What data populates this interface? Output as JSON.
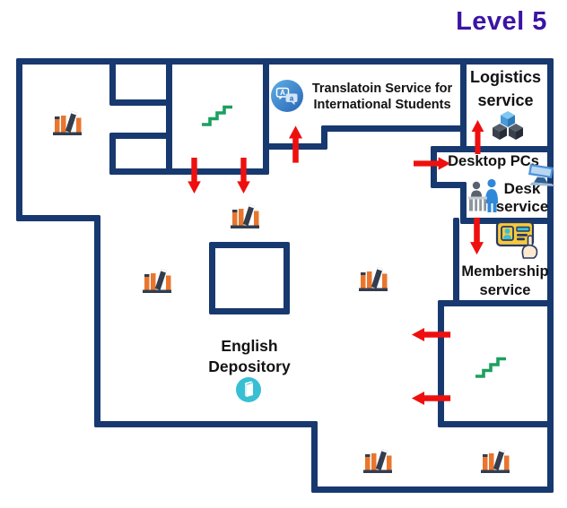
{
  "title": "Level 5",
  "colors": {
    "wall": "#17396f",
    "arrow": "#ef0f0f",
    "stairs": "#1ca05f",
    "title": "#3b14a3",
    "bookshelf_orange": "#e8762e",
    "depository_cyan": "#38bfd4",
    "card_yellow": "#f7c83d"
  },
  "rooms": {
    "translation": {
      "label_line1": "Translatoin Service for",
      "label_line2": "International Students",
      "icon": "translate-icon"
    },
    "logistics": {
      "label_line1": "Logistics",
      "label_line2": "service",
      "icon": "cubes-icon"
    },
    "desktop_pcs": {
      "label": "Desktop PCs",
      "icon": "monitor-icon"
    },
    "desk": {
      "label_line1": "Desk",
      "label_line2": "service",
      "icon": "service-desk-icon"
    },
    "membership": {
      "label_line1": "Membership",
      "label_line2": "service",
      "icon": "id-card-icon"
    },
    "english_depository": {
      "label_line1": "English",
      "label_line2": "Depository",
      "icon": "book-circle-icon"
    }
  },
  "map_icons": {
    "bookshelf_count": 6,
    "stairs_count": 2
  },
  "arrows": [
    {
      "direction": "up",
      "at": "corridor-to-translation"
    },
    {
      "direction": "down",
      "at": "central-stairs-exit-left"
    },
    {
      "direction": "down",
      "at": "central-stairs-exit-right"
    },
    {
      "direction": "up",
      "at": "desk-area-to-logistics"
    },
    {
      "direction": "right",
      "at": "hall-to-desktop-pcs"
    },
    {
      "direction": "down",
      "at": "desk-to-membership"
    },
    {
      "direction": "left",
      "at": "right-stairs-exit-upper"
    },
    {
      "direction": "left",
      "at": "right-stairs-exit-lower"
    }
  ]
}
